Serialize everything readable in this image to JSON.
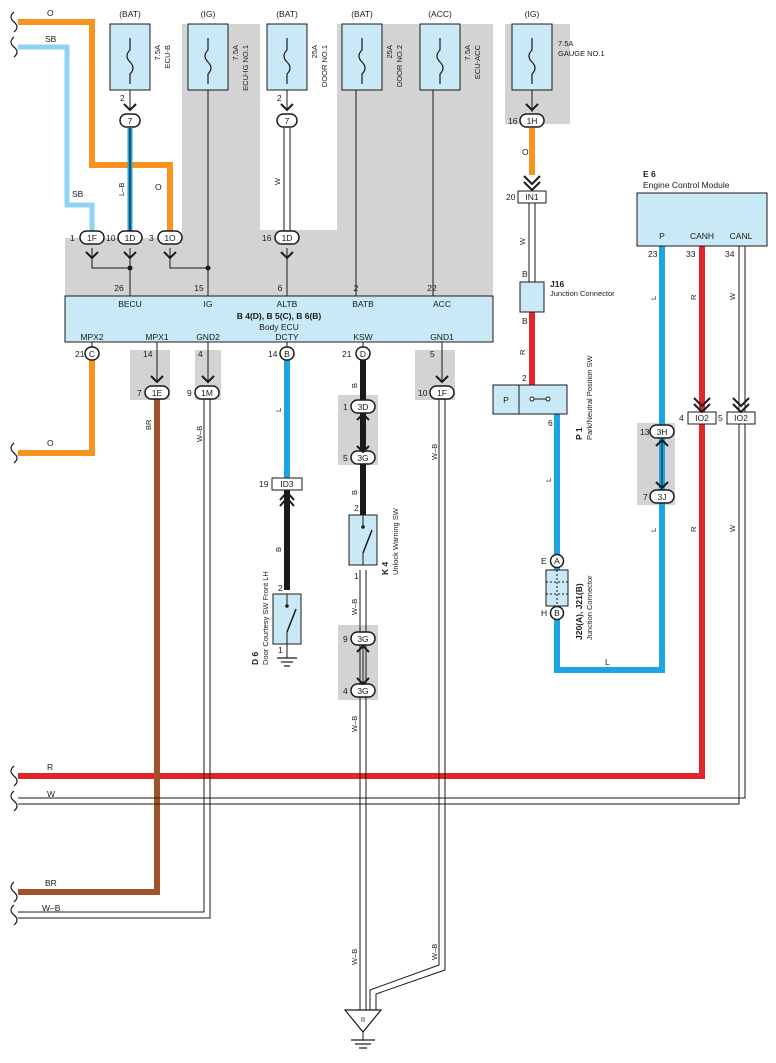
{
  "colors": {
    "orange": "#f7941d",
    "skyblue": "#8fd3f4",
    "blue": "#1ba6e3",
    "red": "#e3242b",
    "brown": "#a0522d",
    "black": "#1a1a1a",
    "grey_shade": "#d3d3d3",
    "component_fill": "#c9e9f6"
  },
  "fuses": [
    {
      "source": "(BAT)",
      "rating": "7.5A",
      "name": "ECU-B"
    },
    {
      "source": "(IG)",
      "rating": "7.5A",
      "name": "ECU-IG NO.1"
    },
    {
      "source": "(BAT)",
      "rating": "25A",
      "name": "DOOR NO.1"
    },
    {
      "source": "(BAT)",
      "rating": "25A",
      "name": "DOOR NO.2"
    },
    {
      "source": "(ACC)",
      "rating": "7.5A",
      "name": "ECU-ACC"
    },
    {
      "source": "(IG)",
      "rating": "7.5A",
      "name": "GAUGE NO.1"
    }
  ],
  "body_ecu": {
    "code": "B 4(D), B 5(C), B 6(B)",
    "name": "Body ECU",
    "top_terminals": [
      {
        "pin": "26",
        "label": "BECU"
      },
      {
        "pin": "15",
        "label": "IG"
      },
      {
        "pin": "6",
        "label": "ALTB"
      },
      {
        "pin": "2",
        "label": "BATB"
      },
      {
        "pin": "22",
        "label": "ACC"
      }
    ],
    "bottom_terminals": [
      {
        "pin": "21",
        "label": "MPX2"
      },
      {
        "pin": "14",
        "label": "MPX1"
      },
      {
        "pin": "4",
        "label": "GND2"
      },
      {
        "pin": "14",
        "label": "DCTY"
      },
      {
        "pin": "21",
        "label": "KSW"
      },
      {
        "pin": "5",
        "label": "GND1"
      }
    ]
  },
  "ecm": {
    "code": "E 6",
    "name": "Engine Control Module",
    "terminals": [
      {
        "pin": "23",
        "label": "P"
      },
      {
        "pin": "33",
        "label": "CANH"
      },
      {
        "pin": "34",
        "label": "CANL"
      }
    ]
  },
  "connectors": {
    "c7a": "7",
    "c7b": "7",
    "c1F": "1F",
    "c1D": "1D",
    "c1O": "1O",
    "c1D_b": "1D",
    "c1H": "1H",
    "cC": "C",
    "cD": "D",
    "cB": "B",
    "c1E": "1E",
    "c1M": "1M",
    "c3D": "3D",
    "c3G_a": "3G",
    "c3G_b": "3G",
    "c3G_c": "3G",
    "c1F_b": "1F",
    "c3H": "3H",
    "c3J": "3J",
    "cA": "A",
    "cB2": "B",
    "IN1": "IN1",
    "ID3": "ID3",
    "IO2_a": "IO2",
    "IO2_b": "IO2"
  },
  "pin_numbers": {
    "p2a": "2",
    "p2b": "2",
    "p1": "1",
    "p10": "10",
    "p3": "3",
    "p16a": "16",
    "p16b": "16",
    "p20": "20",
    "p21": "21",
    "p7": "7",
    "p9": "9",
    "p14": "14",
    "p21b": "21",
    "p1b": "1",
    "p5": "5",
    "p2c": "2",
    "p1c": "1",
    "p9b": "9",
    "p4": "4",
    "p10b": "10",
    "p19": "19",
    "p2d": "2",
    "p1d": "1",
    "pB": "B",
    "pB2": "B",
    "p2e": "2",
    "p6": "6",
    "p13": "13",
    "p7b": "7",
    "pE": "E",
    "pH": "H",
    "p4b": "4",
    "p5b": "5",
    "pB3": "B"
  },
  "wire_labels": {
    "O": "O",
    "SB": "SB",
    "L-B": "L–B",
    "W": "W",
    "B": "B",
    "R": "R",
    "L": "L",
    "BR": "BR",
    "W-B": "W–B"
  },
  "components": {
    "j16": {
      "code": "J16",
      "name": "Junction Connector"
    },
    "p1": {
      "code": "P 1",
      "name": "Park/Neutral Position SW",
      "terminal": "P"
    },
    "j20": {
      "code": "J20(A), J21(B)",
      "name": "Junction Connector"
    },
    "k4": {
      "code": "K 4",
      "name": "Unlock Warning SW"
    },
    "d6": {
      "code": "D 6",
      "name": "Door Courtesy SW Front LH"
    }
  },
  "ground_label": "II"
}
